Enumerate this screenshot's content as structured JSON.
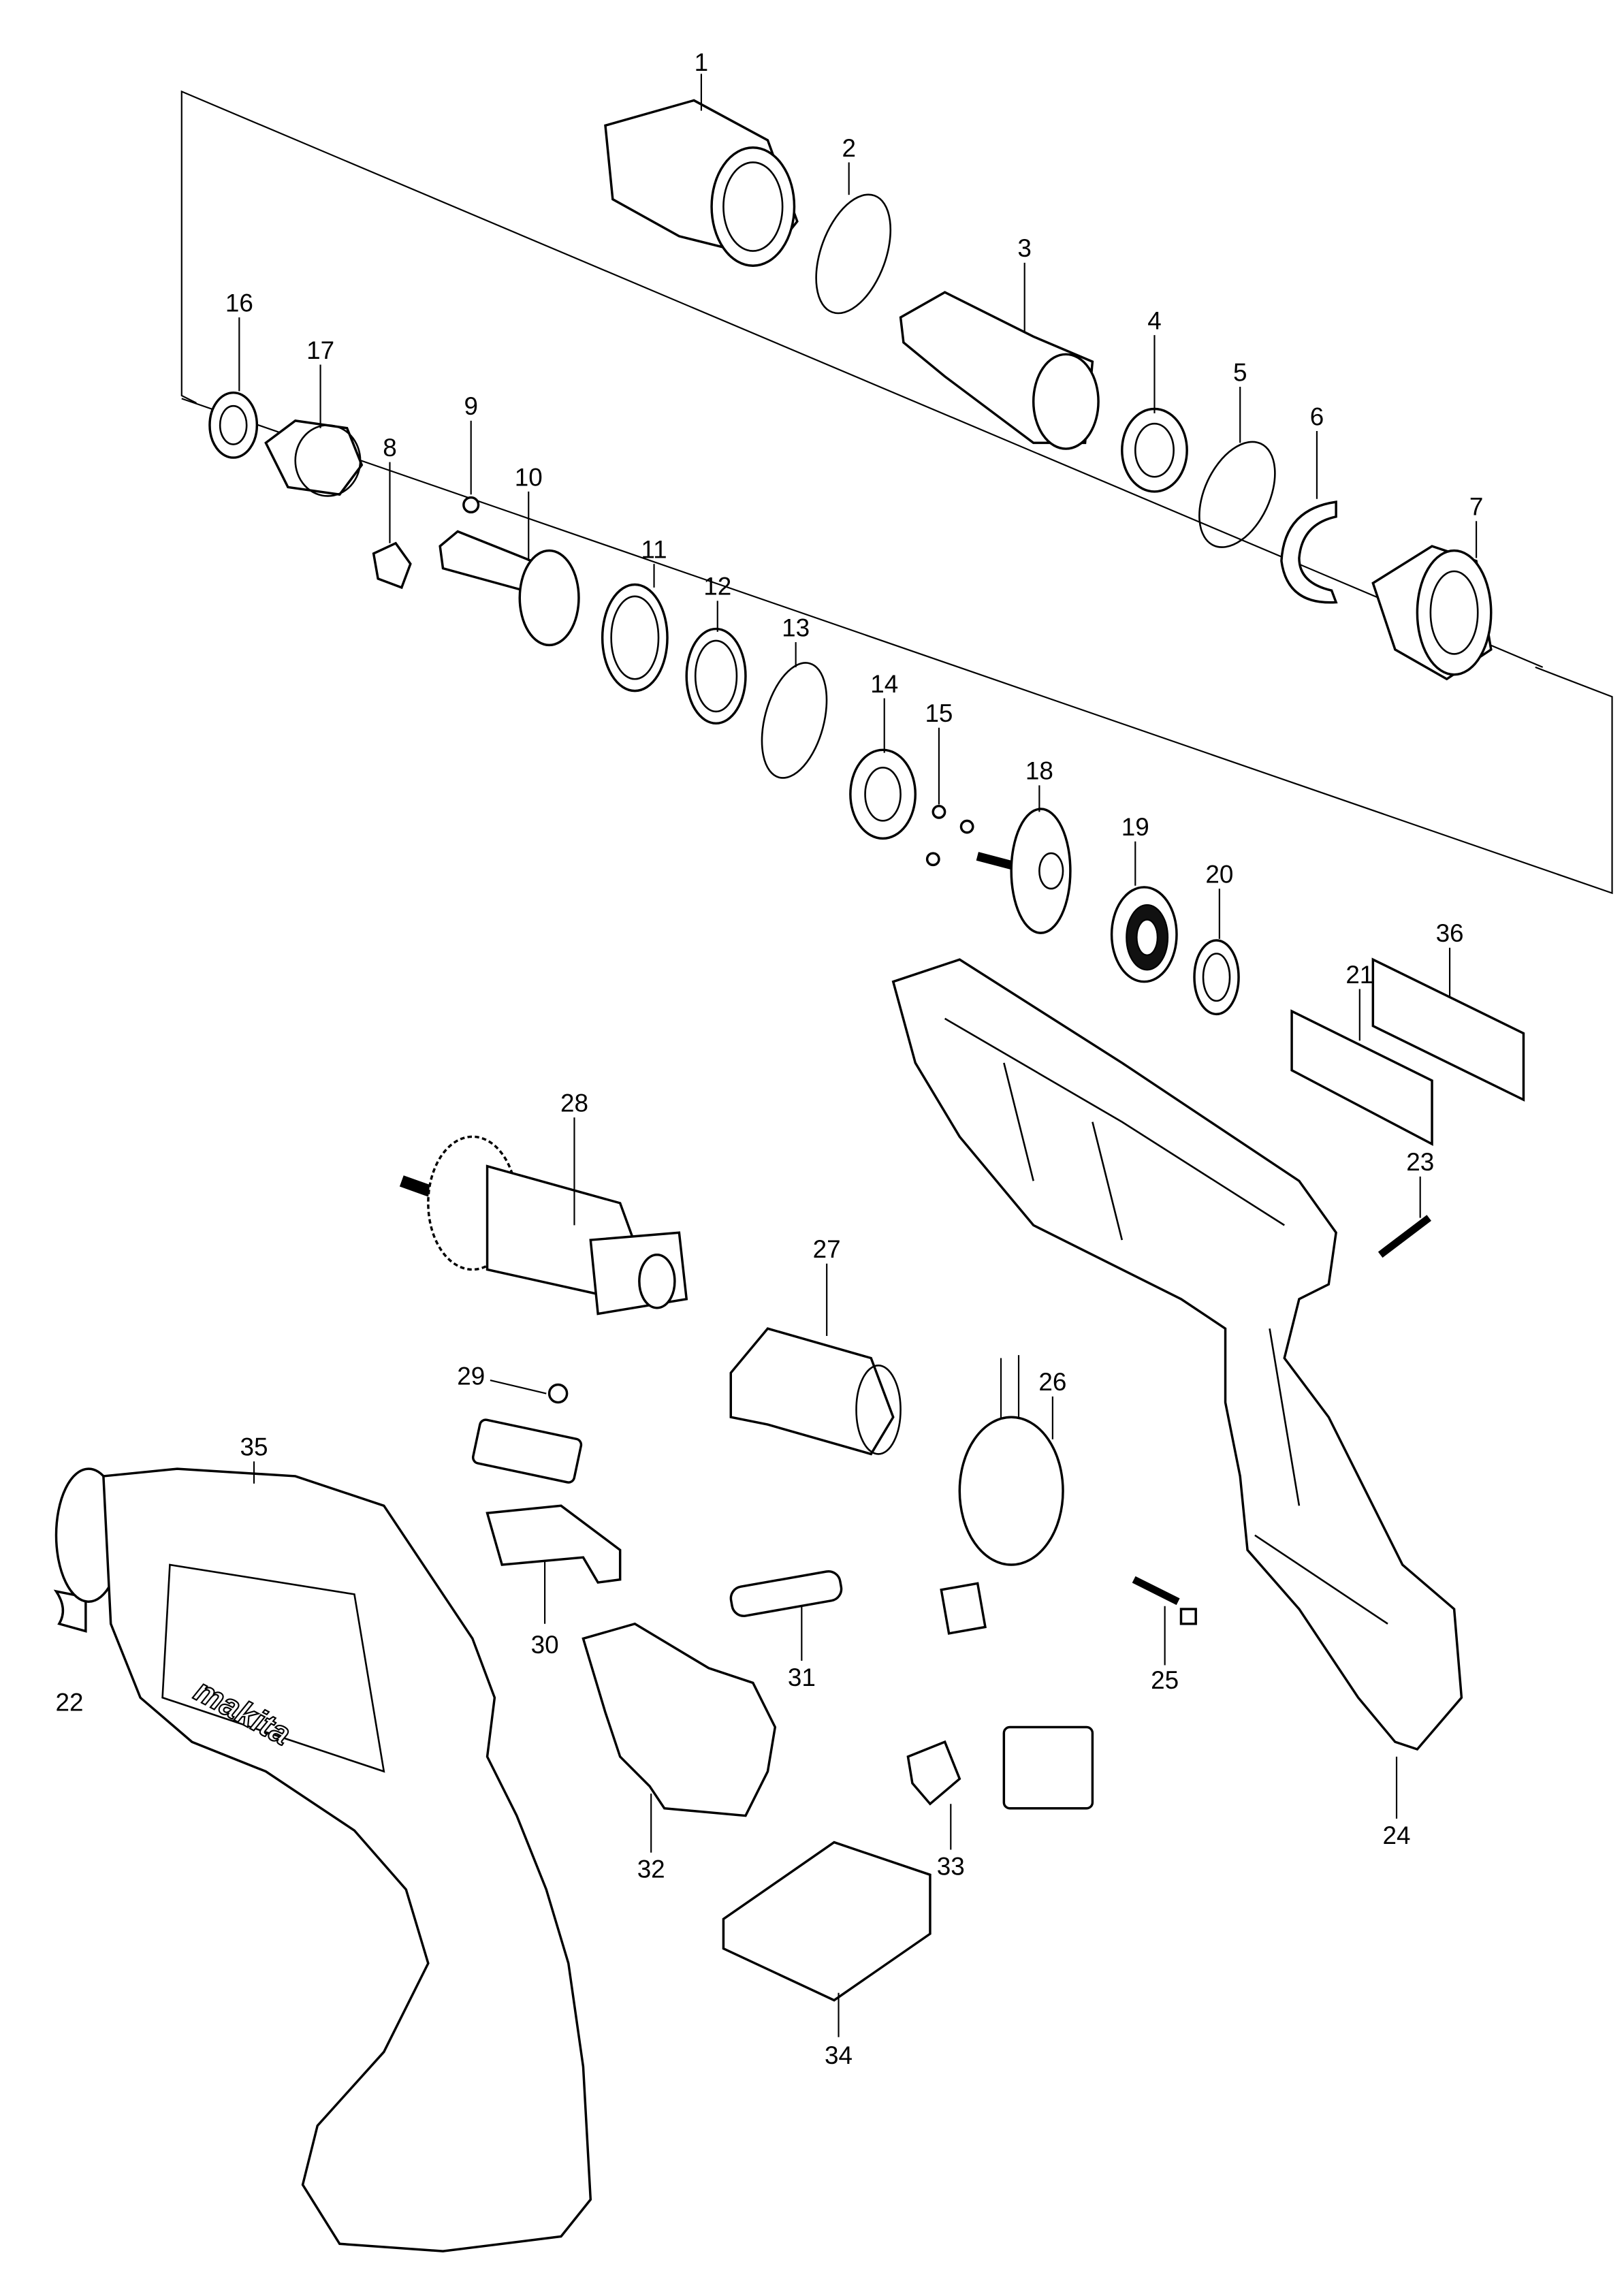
{
  "diagram": {
    "type": "exploded-parts-diagram",
    "labels": {
      "p1": "1",
      "p2": "2",
      "p3": "3",
      "p4": "4",
      "p5": "5",
      "p6": "6",
      "p7": "7",
      "p8": "8",
      "p9": "9",
      "p10": "10",
      "p11": "11",
      "p12": "12",
      "p13": "13",
      "p14": "14",
      "p15": "15",
      "p16": "16",
      "p17": "17",
      "p18": "18",
      "p19": "19",
      "p20": "20",
      "p21": "21",
      "p22": "22",
      "p23": "23",
      "p24": "24",
      "p25": "25",
      "p26": "26",
      "p27": "27",
      "p28": "28",
      "p29": "29",
      "p30": "30",
      "p31": "31",
      "p32": "32",
      "p33": "33",
      "p34": "34",
      "p35": "35",
      "p36": "36"
    },
    "logo_text": "makita"
  }
}
